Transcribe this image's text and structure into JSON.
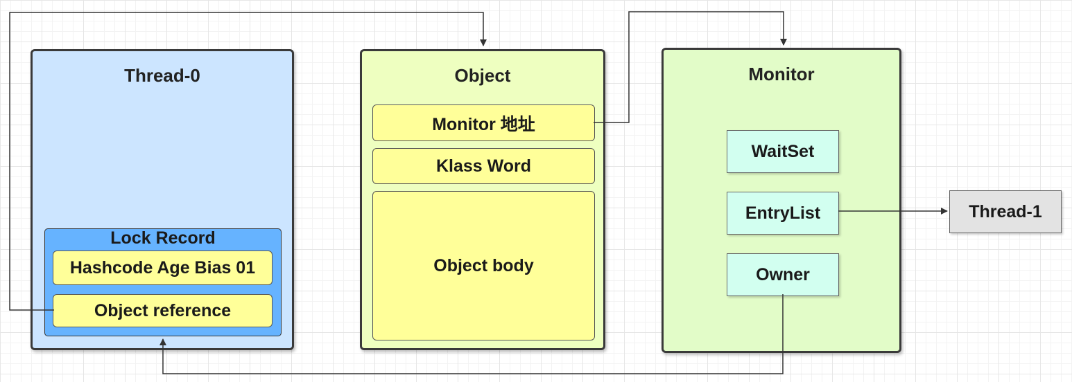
{
  "thread0": {
    "title": "Thread-0",
    "lock_record": {
      "title": "Lock Record",
      "hashcode": "Hashcode Age Bias 01",
      "object_reference": "Object reference"
    }
  },
  "object": {
    "title": "Object",
    "monitor_address": "Monitor 地址",
    "klass_word": "Klass Word",
    "body": "Object body"
  },
  "monitor": {
    "title": "Monitor",
    "wait_set": "WaitSet",
    "entry_list": "EntryList",
    "owner": "Owner"
  },
  "thread1": {
    "label": "Thread-1"
  },
  "colors": {
    "thread0_fill": "#cce5ff",
    "lock_record_fill": "#66b3ff",
    "object_fill": "#eeffc0",
    "monitor_fill": "#e2fcc8",
    "field_fill": "#ffff99",
    "monitor_item_fill": "#d2fff0",
    "thread1_fill": "#e3e3e3"
  }
}
